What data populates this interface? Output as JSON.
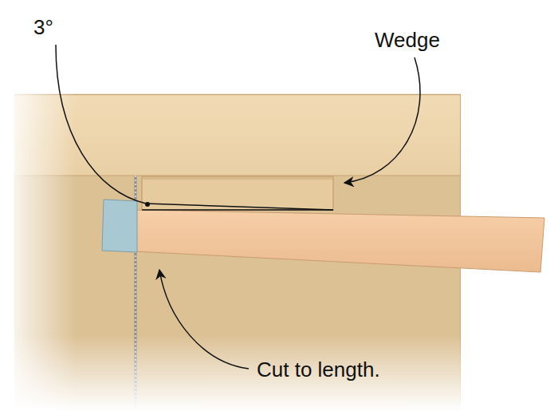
{
  "diagram": {
    "labels": [
      "3°",
      "Wedge",
      "Cut to length."
    ]
  }
}
